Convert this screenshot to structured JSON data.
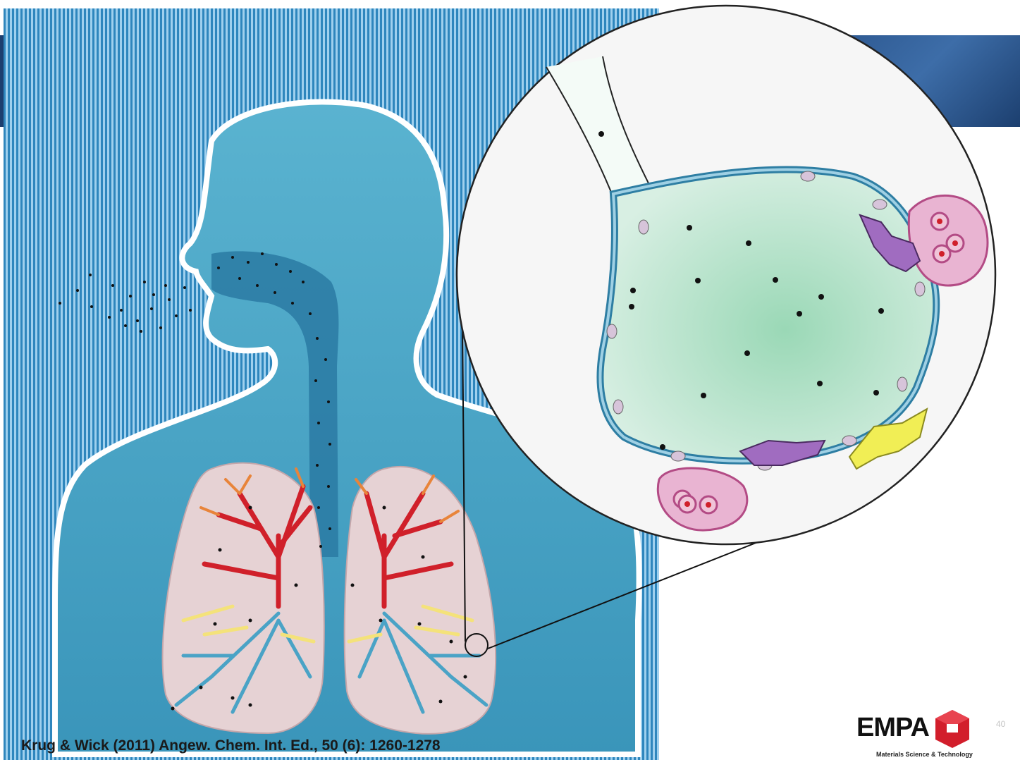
{
  "citation": "Krug & Wick (2011) Angew. Chem. Int. Ed., 50 (6): 1260-1278",
  "logo": {
    "text": "EMPA",
    "tagline": "Materials Science & Technology"
  },
  "page_number": "40",
  "colors": {
    "header": "#1c3f6f",
    "body_blue": "#3f9dc0",
    "alveolus_fill": "#cdeadb",
    "capillary": "#e7a6c9",
    "macrophage_purple": "#a06cc0",
    "macrophage_yellow": "#f1ee55",
    "airway_red": "#d0202a",
    "airway_yellow": "#f4e27a"
  }
}
